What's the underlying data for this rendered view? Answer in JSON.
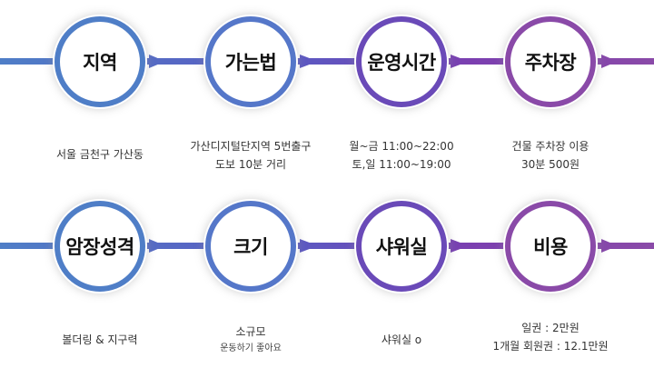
{
  "colors": {
    "blue": "#4f7ec7",
    "indigo": "#5b59c2",
    "violet": "#7b3fb0",
    "purple": "#8a4aa8"
  },
  "row1": [
    {
      "title": "지역",
      "lines": [
        "서울 금천구 가산동"
      ]
    },
    {
      "title": "가는법",
      "lines": [
        "가산디지털단지역 5번출구",
        "도보 10분 거리"
      ]
    },
    {
      "title": "운영시간",
      "lines": [
        "월~금  11:00~22:00",
        "토,일 11:00~19:00"
      ]
    },
    {
      "title": "주차장",
      "lines": [
        "건물 주차장 이용",
        "30분 500원"
      ]
    }
  ],
  "row2": [
    {
      "title": "암장성격",
      "lines": [
        "볼더링 & 지구력"
      ]
    },
    {
      "title": "크기",
      "lines": [
        "소규모",
        "운동하기 좋아요"
      ]
    },
    {
      "title": "샤워실",
      "lines": [
        "샤워실 o"
      ]
    },
    {
      "title": "비용",
      "lines": [
        "일권 : 2만원",
        "1개월 회원권 : 12.1만원"
      ]
    }
  ]
}
